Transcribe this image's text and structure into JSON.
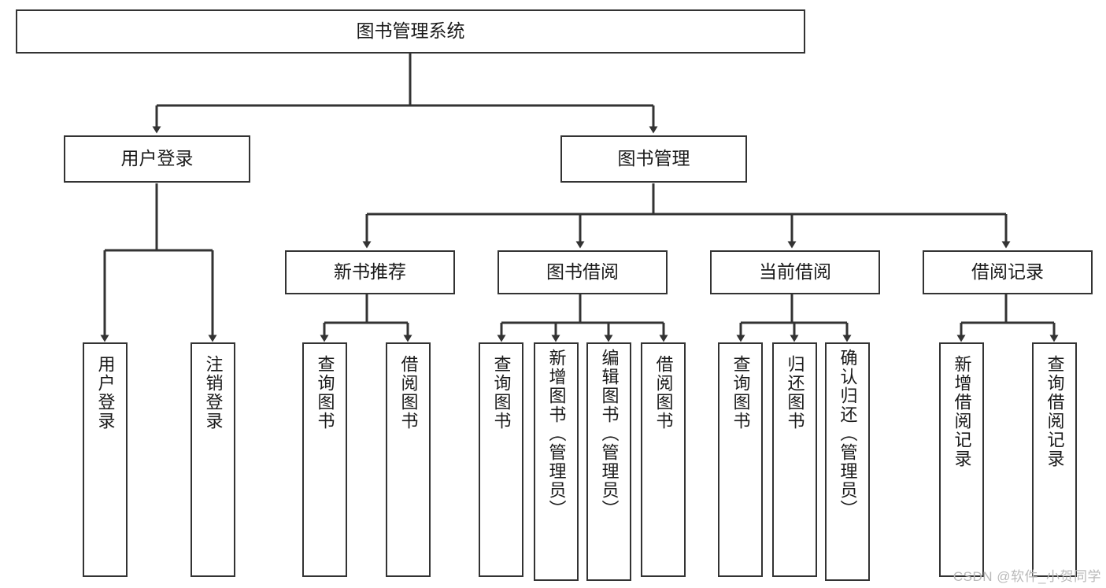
{
  "diagram": {
    "title": "图书管理系统",
    "type": "functional-structure-tree",
    "watermark": "CSDN @软件_小贺同学",
    "colors": {
      "box_border": "#333333",
      "box_fill": "#ffffff",
      "edge": "#333333",
      "text": "#1a1a1a",
      "watermark": "#b9b9b9"
    },
    "root": {
      "label": "图书管理系统"
    },
    "level2": [
      {
        "id": "user-login",
        "label": "用户登录"
      },
      {
        "id": "book-management",
        "label": "图书管理"
      }
    ],
    "level3": [
      {
        "id": "new-book-recommend",
        "label": "新书推荐"
      },
      {
        "id": "book-borrow",
        "label": "图书借阅"
      },
      {
        "id": "current-borrow",
        "label": "当前借阅"
      },
      {
        "id": "borrow-record",
        "label": "借阅记录"
      }
    ],
    "leaves": {
      "user_login": [
        {
          "id": "leaf-user-login",
          "label": "用户登录"
        },
        {
          "id": "leaf-logout-login",
          "label": "注销登录"
        }
      ],
      "new_book_recommend": [
        {
          "id": "leaf-query-book-1",
          "label": "查询图书"
        },
        {
          "id": "leaf-borrow-book-1",
          "label": "借阅图书"
        }
      ],
      "book_borrow": [
        {
          "id": "leaf-query-book-2",
          "label": "查询图书"
        },
        {
          "id": "leaf-add-book-admin",
          "label": "新增图书（管理员）"
        },
        {
          "id": "leaf-edit-book-admin",
          "label": "编辑图书（管理员）"
        },
        {
          "id": "leaf-borrow-book-2",
          "label": "借阅图书"
        }
      ],
      "current_borrow": [
        {
          "id": "leaf-query-book-3",
          "label": "查询图书"
        },
        {
          "id": "leaf-return-book",
          "label": "归还图书"
        },
        {
          "id": "leaf-confirm-return-admin",
          "label": "确认归还（管理员）"
        }
      ],
      "borrow_record": [
        {
          "id": "leaf-add-borrow-record",
          "label": "新增借阅记录"
        },
        {
          "id": "leaf-query-borrow-record",
          "label": "查询借阅记录"
        }
      ]
    }
  }
}
